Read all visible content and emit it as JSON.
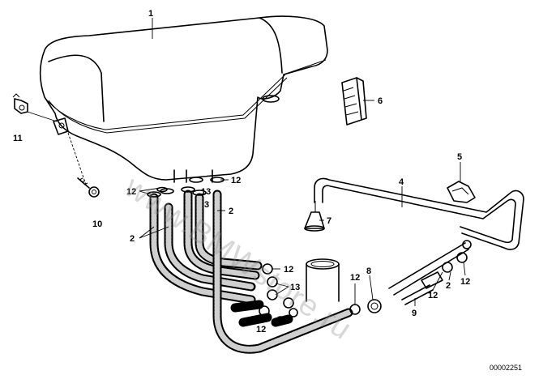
{
  "watermark": "www.BMWstore.ru",
  "document_number": "00002251",
  "callouts": {
    "c1": "1",
    "c2a": "2",
    "c2b": "2",
    "c2c": "2",
    "c3": "3",
    "c4": "4",
    "c5": "5",
    "c6": "6",
    "c7": "7",
    "c8": "8",
    "c9": "9",
    "c10": "10",
    "c11": "11",
    "c12a": "12",
    "c12b": "12",
    "c12c": "12",
    "c12d": "12",
    "c12e": "12",
    "c12f": "12",
    "c12g": "12",
    "c13a": "13",
    "c13b": "13"
  }
}
